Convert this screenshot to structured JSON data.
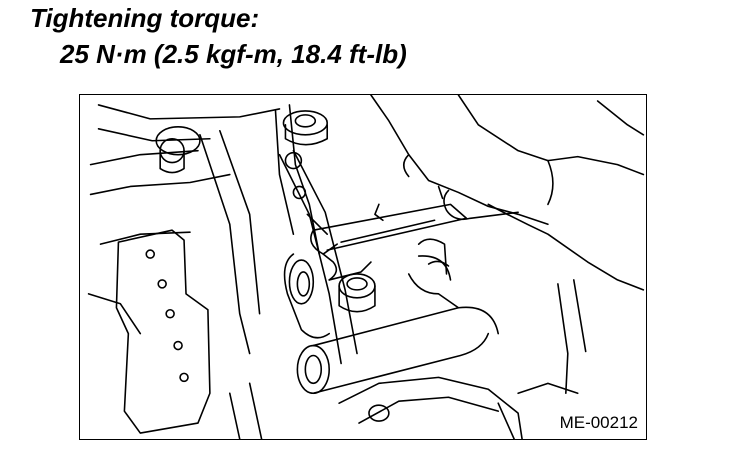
{
  "instruction": {
    "heading": "Tightening torque:",
    "value": "25 N·m (2.5 kgf-m, 18.4 ft-lb)"
  },
  "figure": {
    "code": "ME-00212"
  }
}
